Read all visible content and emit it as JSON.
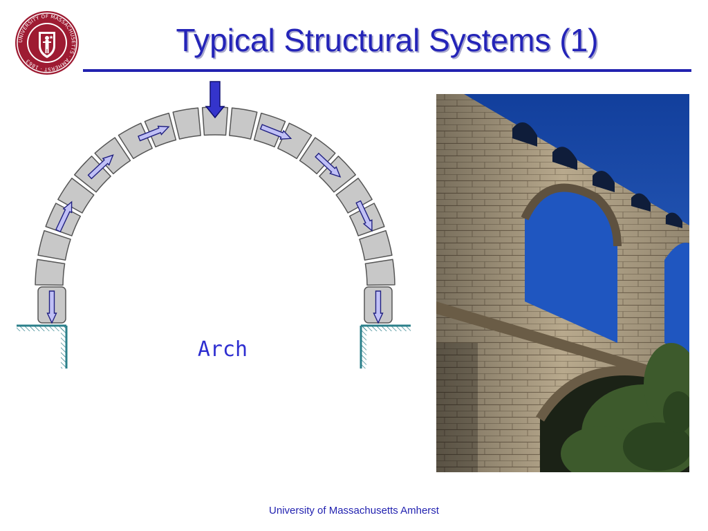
{
  "slide": {
    "title": "Typical Structural Systems (1)",
    "footer": "University of Massachusetts Amherst"
  },
  "seal": {
    "text": "UNIVERSITY OF MASSACHUSETTS · AMHERST · 1863",
    "color": "#9e1b32"
  },
  "diagram": {
    "label": "Arch",
    "stone_color": "#c8c8c8",
    "arrow_fill": "#c0c0f6",
    "load_arrow_fill": "#3434cc",
    "support_color": "#2a7f8a"
  },
  "photo": {
    "icon": "aqueduct-photo",
    "sky_color": "#1e4fb6",
    "stone_color": "#b4a488",
    "foliage_color": "#3d5a2c"
  },
  "colors": {
    "title": "#2424b8",
    "title_shadow": "#a9a9cf",
    "rule": "#2222b0",
    "footer": "#2222b0"
  }
}
